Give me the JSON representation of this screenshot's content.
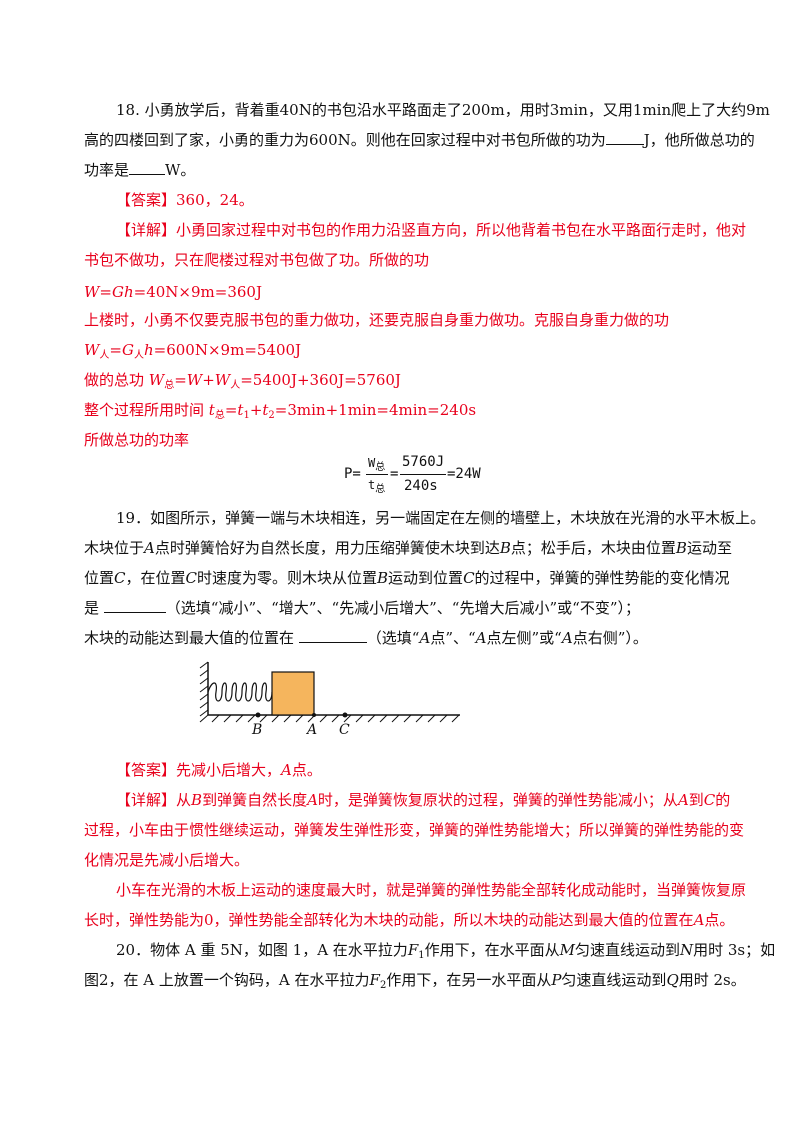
{
  "q18": {
    "line1": "18. 小勇放学后，背着重40N的书包沿水平路面走了200m，用时3min，又用1min爬上了大约9m",
    "line2": "高的四楼回到了家，小勇的重力为600N。则他在回家过程中对书包所做的功为",
    "line2_unit": "J，他所做总功的",
    "line3_a": "功率是",
    "line3_b": "W。",
    "answer_tag": "【答案】",
    "answer": "360，24。",
    "detail_tag": "【详解】",
    "detail1": "小勇回家过程中对书包的作用力沿竖直方向，所以他背着书包在水平路面行走时，他对",
    "detail2": "书包不做功，只在爬楼过程对书包做了功。所做的功",
    "eq1": "W=Gh=40N×9m=360J",
    "detail3": "上楼时，小勇不仅要克服书包的重力做功，还要克服自身重力做功。克服自身重力做的功",
    "eq2": "W人=G人h=600N×9m=5400J",
    "detail4_label": "做的总功",
    "eq3": "W总=W+W人=5400J+360J=5760J",
    "detail5_label": "整个过程所用时间",
    "eq4": "t总=t1+t2=3min+1min=4min=240s",
    "detail6": "所做总功的功率",
    "formula": {
      "lhs": "P=",
      "num1": "W总",
      "den1": "t总",
      "num2": "5760J",
      "den2": "240s",
      "result": "=24W"
    }
  },
  "q19": {
    "line1": "19．如图所示，弹簧一端与木块相连，另一端固定在左侧的墙壁上，木块放在光滑的水平木板上。",
    "line2_a": "木块位于",
    "line2_b": "点时弹簧恰好为自然长度，用力压缩弹簧使木块到达",
    "line2_c": "点；松手后，木块由位置",
    "line2_d": "运动至",
    "line3_a": "位置",
    "line3_b": "，在位置",
    "line3_c": "时速度为零。则木块从位置",
    "line3_d": "运动到位置",
    "line3_e": "的过程中，弹簧的弹性势能的变化情况",
    "line4_a": "是",
    "line4_b": "（选填“减小”、“增大”、“先减小后增大”、“先增大后减小”或“不变”）；",
    "line5_a": "木块的动能达到最大值的位置在",
    "line5_b": "（选填“",
    "line5_c": "点”、“",
    "line5_d": "点左侧”或“",
    "line5_e": "点右侧”）。",
    "pt_a": "A",
    "pt_b": "B",
    "pt_c": "C",
    "answer_tag": "【答案】",
    "answer": "先减小后增大，",
    "answer_end": "点。",
    "detail_tag": "【详解】",
    "d1_a": "从",
    "d1_b": "到弹簧自然长度",
    "d1_c": "时，是弹簧恢复原状的过程，弹簧的弹性势能减小；从",
    "d1_d": "到",
    "d1_e": "的",
    "d2": "过程，小车由于惯性继续运动，弹簧发生弹性形变，弹簧的弹性势能增大；所以弹簧的弹性势能的变",
    "d3": "化情况是先减小后增大。",
    "d4": "小车在光滑的木板上运动的速度最大时，就是弹簧的弹性势能全部转化成动能时，当弹簧恢复原",
    "d5_a": "长时，弹性势能为0，弹性势能全部转化为木块的动能，所以木块的动能达到最大值的位置在",
    "d5_b": "点。"
  },
  "q20": {
    "line1_a": "20．物体 A 重 5N，如图 1，A 在水平拉力",
    "f1": "F",
    "line1_b": "作用下，在水平面从",
    "m": "M",
    "line1_c": "匀速直线运动到",
    "n": "N",
    "line1_d": "用时 3s；如",
    "line2_a": "图2，在 A 上放置一个钩码，A 在水平拉力",
    "line2_b": "作用下，在另一水平面从",
    "p": "P",
    "line2_c": "匀速直线运动到",
    "q": "Q",
    "line2_d": "用时 2s。"
  },
  "figure": {
    "label_b": "B",
    "label_a": "A",
    "label_c": "C",
    "block_color": "#f5b55d"
  }
}
